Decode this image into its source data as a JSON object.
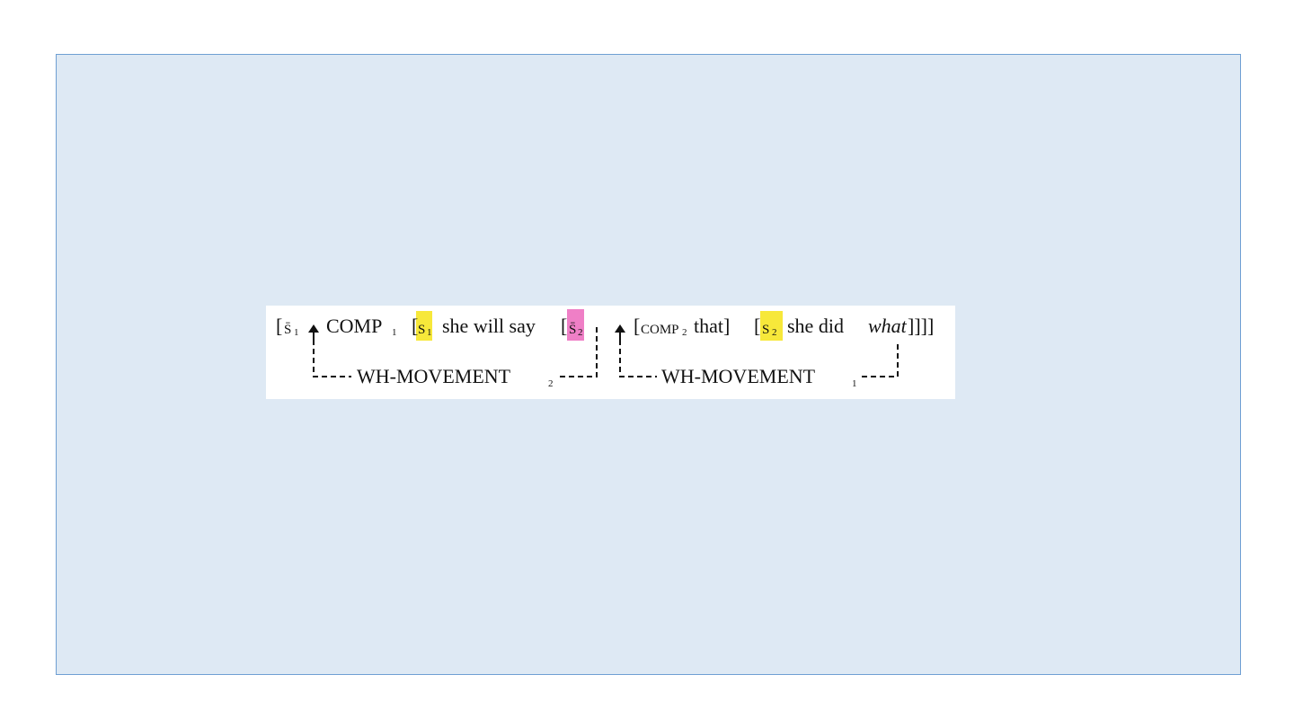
{
  "diagram": {
    "colors": {
      "slide_background": "#dee9f4",
      "slide_border": "#6f9fd3",
      "highlight_yellow": "#f7e83a",
      "highlight_pink": "#ef7fc6"
    },
    "line1": {
      "bracket_open": "[",
      "sbar1": "S̄",
      "sbar1_sub": "1",
      "comp1": "COMP",
      "comp1_sub": "1",
      "s1": "S",
      "s1_sub": "1",
      "clause1": "she will say",
      "sbar2": "S̄",
      "sbar2_sub": "2",
      "comp2_label": "COMP",
      "comp2_sub": "2",
      "comp2_word": "that]",
      "s2": "S",
      "s2_sub": "2",
      "clause2": "she did",
      "wh_word": "what",
      "closing": "]]]]"
    },
    "line2": {
      "wh_movement_2": "WH-MOVEMENT",
      "wh_movement_2_sub": "2",
      "wh_movement_1": "WH-MOVEMENT",
      "wh_movement_1_sub": "1"
    }
  }
}
